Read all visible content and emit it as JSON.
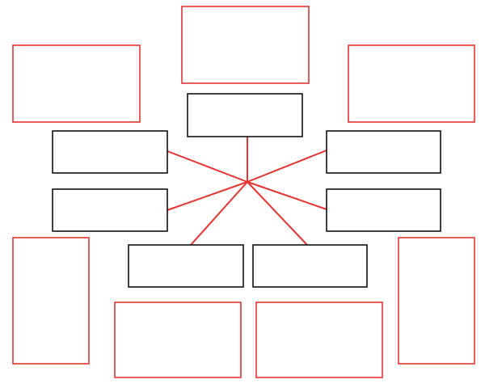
{
  "diagram": {
    "type": "spider-map-worksheet",
    "colors": {
      "outer_box_stroke": "#e8332f",
      "inner_box_stroke": "#111111",
      "connector_stroke": "#e8332f",
      "background": "#ffffff"
    },
    "center_hub": {
      "label": ""
    },
    "inner_boxes": [
      {
        "id": "inner-top",
        "label": ""
      },
      {
        "id": "inner-left-upper",
        "label": ""
      },
      {
        "id": "inner-right-upper",
        "label": ""
      },
      {
        "id": "inner-left-lower",
        "label": ""
      },
      {
        "id": "inner-right-lower",
        "label": ""
      },
      {
        "id": "inner-bottom-left",
        "label": ""
      },
      {
        "id": "inner-bottom-right",
        "label": ""
      }
    ],
    "outer_boxes": [
      {
        "id": "outer-top",
        "label": ""
      },
      {
        "id": "outer-top-left",
        "label": ""
      },
      {
        "id": "outer-top-right",
        "label": ""
      },
      {
        "id": "outer-left-tall",
        "label": ""
      },
      {
        "id": "outer-right-tall",
        "label": ""
      },
      {
        "id": "outer-bottom-left",
        "label": ""
      },
      {
        "id": "outer-bottom-right",
        "label": ""
      }
    ]
  }
}
